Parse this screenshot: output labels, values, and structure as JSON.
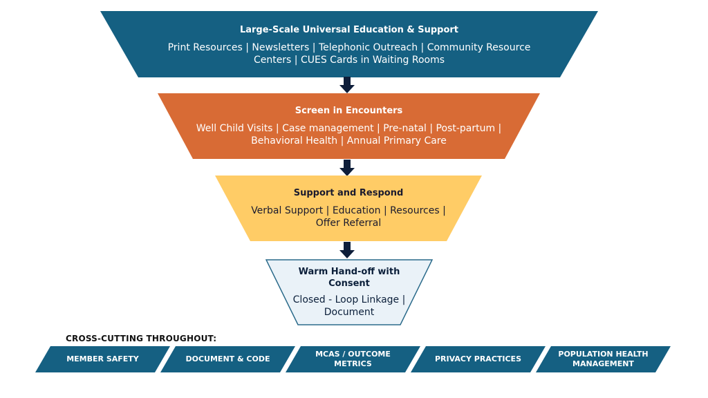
{
  "funnel": {
    "tiers": [
      {
        "title": "Large-Scale Universal Education & Support",
        "subtitle": "Print Resources | Newsletters | Telephonic Outreach | Community Resource Centers | CUES Cards in Waiting Rooms",
        "color": "#156082"
      },
      {
        "title": "Screen in Encounters",
        "subtitle": "Well Child Visits | Case management | Pre-natal | Post-partum | Behavioral Health | Annual Primary Care",
        "color": "#D86B35"
      },
      {
        "title": "Support and Respond",
        "subtitle": "Verbal Support | Education | Resources | Offer Referral",
        "color": "#FFCC66"
      },
      {
        "title": "Warm Hand-off with Consent",
        "subtitle": "Closed - Loop Linkage | Document",
        "color": "#EAF2F8",
        "border_color": "#2A6A8A"
      }
    ],
    "arrow_color": "#0E1E3A"
  },
  "crosscutting": {
    "heading": "CROSS-CUTTING THROUGHOUT:",
    "color": "#156082",
    "items": [
      "MEMBER SAFETY",
      "DOCUMENT & CODE",
      "MCAS / OUTCOME METRICS",
      "PRIVACY PRACTICES",
      "POPULATION HEALTH MANAGEMENT"
    ]
  }
}
